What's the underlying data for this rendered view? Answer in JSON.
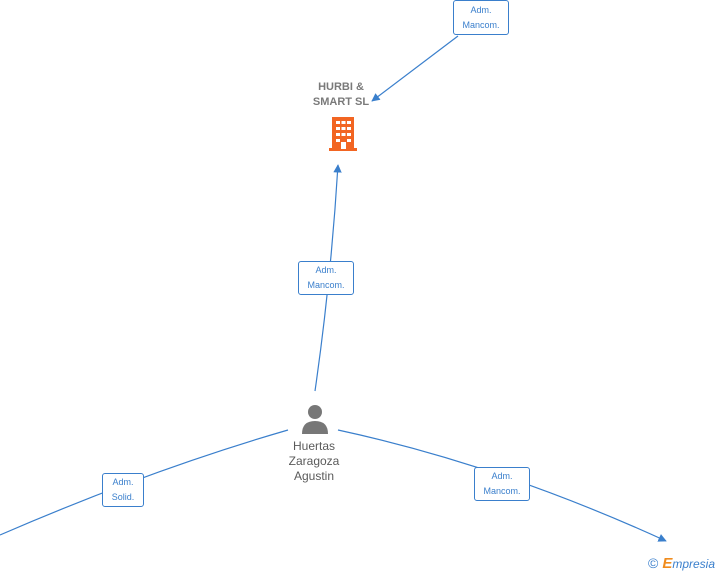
{
  "company": {
    "name_line1": "HURBI &",
    "name_line2": "SMART  SL"
  },
  "person": {
    "line1": "Huertas",
    "line2": "Zaragoza",
    "line3": "Agustin"
  },
  "roles": {
    "top": {
      "line1": "Adm.",
      "line2": "Mancom."
    },
    "middle": {
      "line1": "Adm.",
      "line2": "Mancom."
    },
    "left": {
      "line1": "Adm.",
      "line2": "Solid."
    },
    "right": {
      "line1": "Adm.",
      "line2": "Mancom."
    }
  },
  "footer": {
    "copyright_symbol": "©",
    "brand_initial": "E",
    "brand_rest": "mpresia"
  },
  "colors": {
    "edge": "#3a7fcc",
    "company_icon": "#f26522",
    "person_icon": "#777777",
    "brand_e": "#f08c1e"
  },
  "icons": {
    "company": "building-icon",
    "person": "person-icon"
  }
}
